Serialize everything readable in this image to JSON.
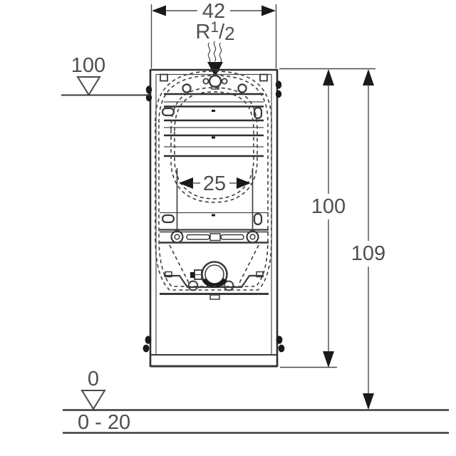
{
  "dimensions": {
    "top_width": "42",
    "supply_thread": {
      "prefix": "R",
      "numerator": "1",
      "slash": "/",
      "denominator": "2"
    },
    "left_level": "100",
    "rod_spacing": "25",
    "right_height_inner": "100",
    "right_height_outer": "109",
    "floor_level": "0",
    "floor_range": "0 - 20"
  },
  "colors": {
    "line": "#3a3a3a",
    "text": "#4f4f4f",
    "solid_marker": "#1a1a1a",
    "background": "#ffffff"
  }
}
